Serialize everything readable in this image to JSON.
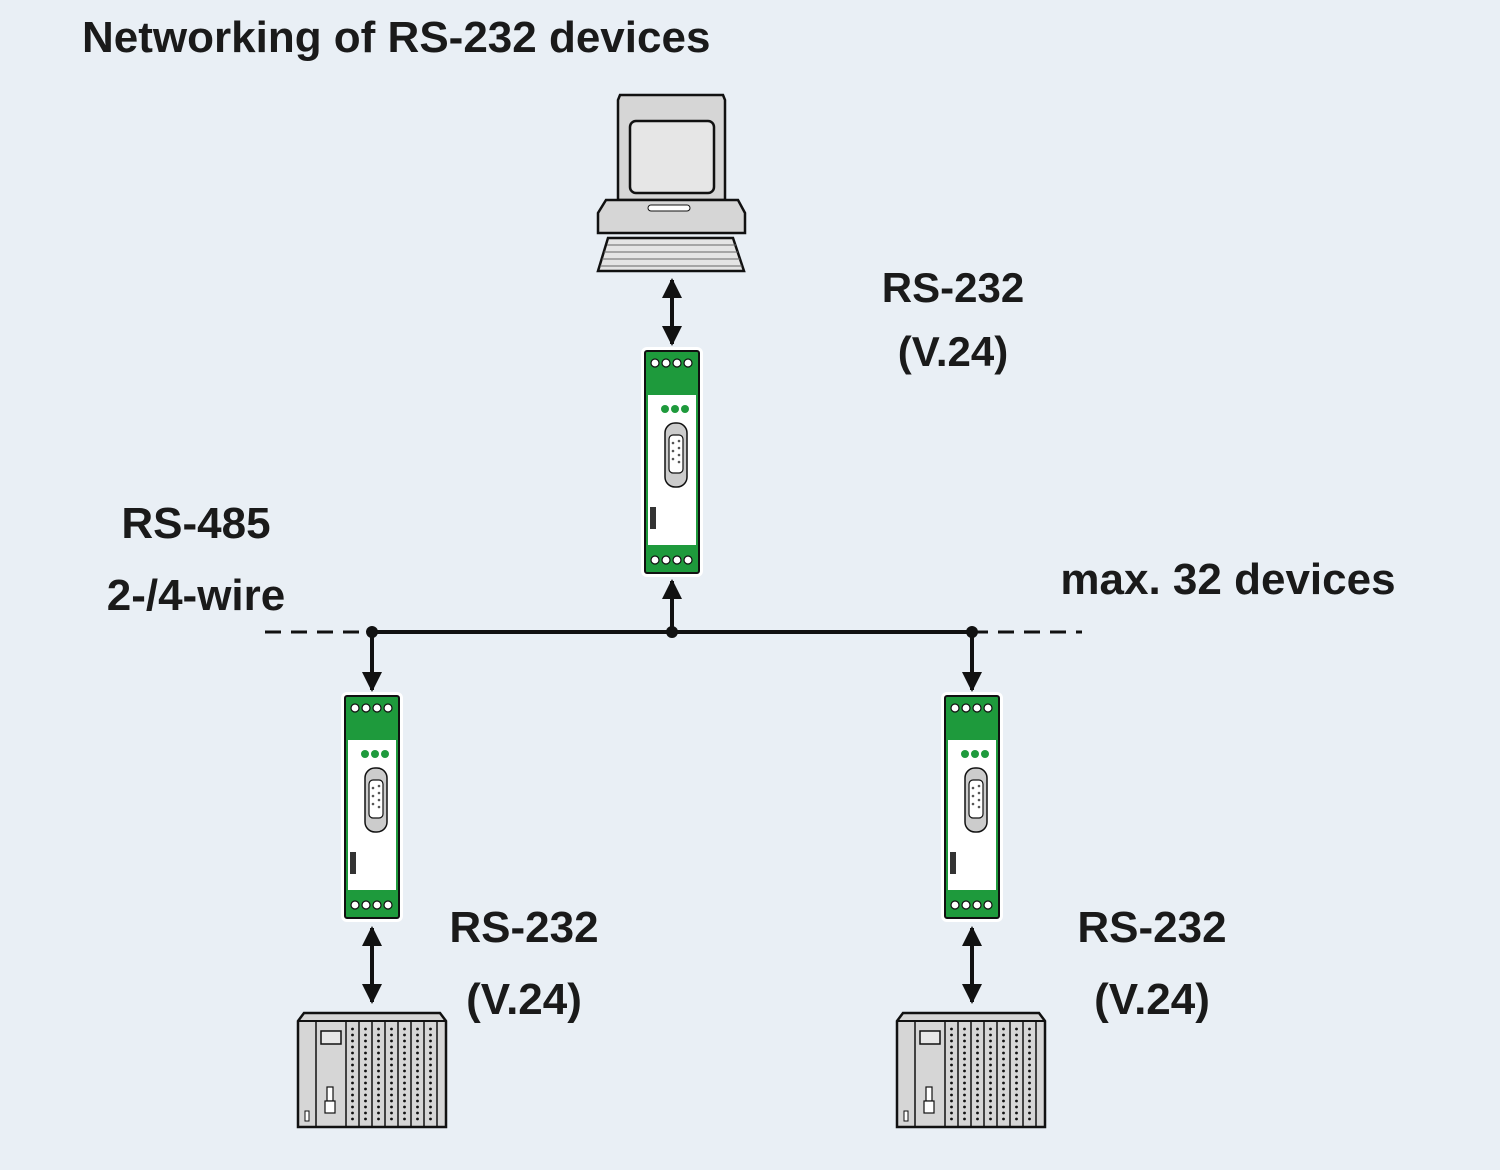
{
  "title": "Networking of RS-232 devices",
  "labels": {
    "top_interface_line1": "RS-232",
    "top_interface_line2": "(V.24)",
    "bus_line1": "RS-485",
    "bus_line2": "2-/4-wire",
    "bus_capacity": "max. 32 devices",
    "left_interface_line1": "RS-232",
    "left_interface_line2": "(V.24)",
    "right_interface_line1": "RS-232",
    "right_interface_line2": "(V.24)"
  },
  "colors": {
    "background": "#e9eff5",
    "module_green": "#1e9a3c",
    "device_gray": "#d6d6d6",
    "line": "#111111"
  },
  "icons": [
    "computer-icon",
    "interface-converter-icon",
    "plc-icon"
  ]
}
